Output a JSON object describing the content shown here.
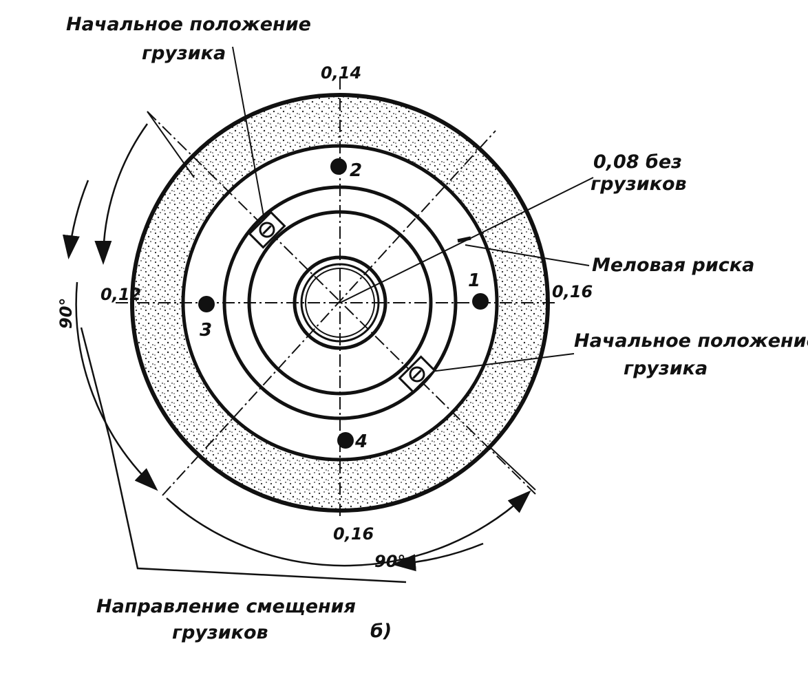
{
  "labels": {
    "start_position_top_line1": "Начальное положение",
    "start_position_top_line2": "грузика",
    "no_weights_line1": "0,08 без",
    "no_weights_line2": "грузиков",
    "chalk_mark": "Меловая риска",
    "start_position_right_line1": "Начальное положение",
    "start_position_right_line2": "грузика",
    "direction_line1": "Направление смещения",
    "direction_line2": "грузиков",
    "figure_letter": "б)"
  },
  "readings": {
    "top": "0,14",
    "right": "0,16",
    "bottom": "0,16",
    "left": "0,12"
  },
  "points": {
    "p1": "1",
    "p2": "2",
    "p3": "3",
    "p4": "4"
  },
  "angles": {
    "left": "90°",
    "bottom": "90°"
  }
}
